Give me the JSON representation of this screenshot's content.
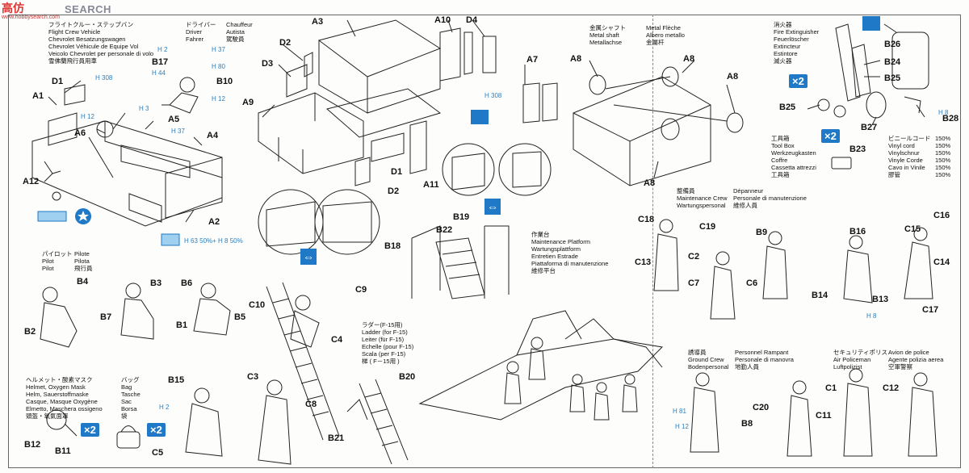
{
  "watermark": {
    "logo": "高仿",
    "name": "SEARCH",
    "site": "www.hobbysearch.com"
  },
  "vehicle_caption": [
    "フライトクルー・ステップバン",
    "Flight Crew Vehicle",
    "Chevrolet Besatzungswagen",
    "Chevrolet Véhicule de Equipe Vol",
    "Veicolo Chevrolet per personale di volo",
    "雪佛蘭飛行員用車"
  ],
  "driver_caption": {
    "ja": "ドライバー",
    "en": "Driver",
    "de": "Fahrer",
    "fr": "Chauffeur",
    "it": "Autista",
    "cn": "駕駛員"
  },
  "shaft_caption": [
    "金属シャフト",
    "Metal shaft",
    "Metallachse"
  ],
  "fleche_caption": [
    "Metal Flèche",
    "Albero metallo",
    "金屬杆"
  ],
  "extinguisher_caption": [
    "消火器",
    "Fire Extinguisher",
    "Feuerlöscher",
    "Extincteur",
    "Estintore",
    "滅火器"
  ],
  "toolbox_caption": [
    "工具箱",
    "Tool Box",
    "Werkzeugkasten",
    "Coffre",
    "Cassetta attrezzi",
    "工具箱"
  ],
  "vinyl_caption": {
    "lines": [
      "ビニールコード",
      "Vinyl cord",
      "Vinylschnur",
      "Vinyle Corde",
      "Cavo in Vinile",
      "膠管"
    ],
    "values": [
      "150%",
      "150%",
      "150%",
      "150%",
      "150%",
      "150%"
    ]
  },
  "maint_crew_caption": {
    "left": [
      "整備員",
      "Maintenance Crew",
      "Wartungspersonal"
    ],
    "right": [
      "Dépanneur",
      "Personale di manutenzione",
      "維修人員"
    ]
  },
  "platform_caption": [
    "作業台",
    "Maintenance Platform",
    "Wartungsplattform",
    "Entretien Estrade",
    "Piattaforma di manutenzione",
    "維修平台"
  ],
  "pilot_caption": {
    "left": [
      "パイロット",
      "Pilot",
      "Pilot"
    ],
    "right": [
      "Pilote",
      "Pilota",
      "飛行員"
    ]
  },
  "ladder_caption": [
    "ラダー(F-15用)",
    "Ladder (for F-15)",
    "Leiter (für F-15)",
    "Echelle (pour F-15)",
    "Scala (per F-15)",
    "梯 ( F－15用 )"
  ],
  "helmet_caption": [
    "ヘルメット・酸素マスク",
    "Helmet, Oxygen Mask",
    "Helm, Sauerstoffmaske",
    "Casque, Masque Oxygène",
    "Elmetto, Maschera ossigeno",
    "頭盔・氧氣面罩"
  ],
  "bag_caption": [
    "バッグ",
    "Bag",
    "Tasche",
    "Sac",
    "Borsa",
    "袋"
  ],
  "ground_crew_caption": {
    "left": [
      "誘導員",
      "Ground Crew",
      "Bodenpersonal"
    ],
    "right": [
      "Personnel Rampant",
      "Personale di manovra",
      "地勤人員"
    ]
  },
  "police_caption": {
    "left": [
      "セキュリティポリス",
      "Air Policeman",
      "Luftpolizist"
    ],
    "right": [
      "Avion de police",
      "Agente polizia aerea",
      "空軍警察"
    ]
  },
  "color_codes": [
    "H 308",
    "H 12",
    "H 3",
    "H 37",
    "H 2",
    "H 37",
    "H 80",
    "H 44",
    "H 12",
    "H 308",
    "H 63 50%+ H 8 50%",
    "H 8",
    "H 2",
    "H 81",
    "H 12",
    "H 8"
  ],
  "multipliers": [
    "×2",
    "×2",
    "×2",
    "×2"
  ],
  "part_labels": [
    "D1",
    "A1",
    "A6",
    "A5",
    "A4",
    "A12",
    "A2",
    "B17",
    "B10",
    "D2",
    "D3",
    "A9",
    "A3",
    "A10",
    "D4",
    "A7",
    "D1",
    "A11",
    "D2",
    "A8",
    "A8",
    "A8",
    "A8",
    "B26",
    "B24",
    "B25",
    "B25",
    "B27",
    "B28",
    "B23",
    "C18",
    "C19",
    "C13",
    "C2",
    "C7",
    "C6",
    "B9",
    "B16",
    "C15",
    "C16",
    "C14",
    "B14",
    "B13",
    "C17",
    "B4",
    "B2",
    "B3",
    "B7",
    "B6",
    "B1",
    "B5",
    "C10",
    "C9",
    "C4",
    "B19",
    "B18",
    "B22",
    "B15",
    "C3",
    "C8",
    "B20",
    "B21",
    "B12",
    "B11",
    "C5",
    "B8",
    "C20",
    "C11",
    "C1",
    "C12"
  ],
  "colors": {
    "accent": "#1f79c6",
    "line": "#111111"
  }
}
